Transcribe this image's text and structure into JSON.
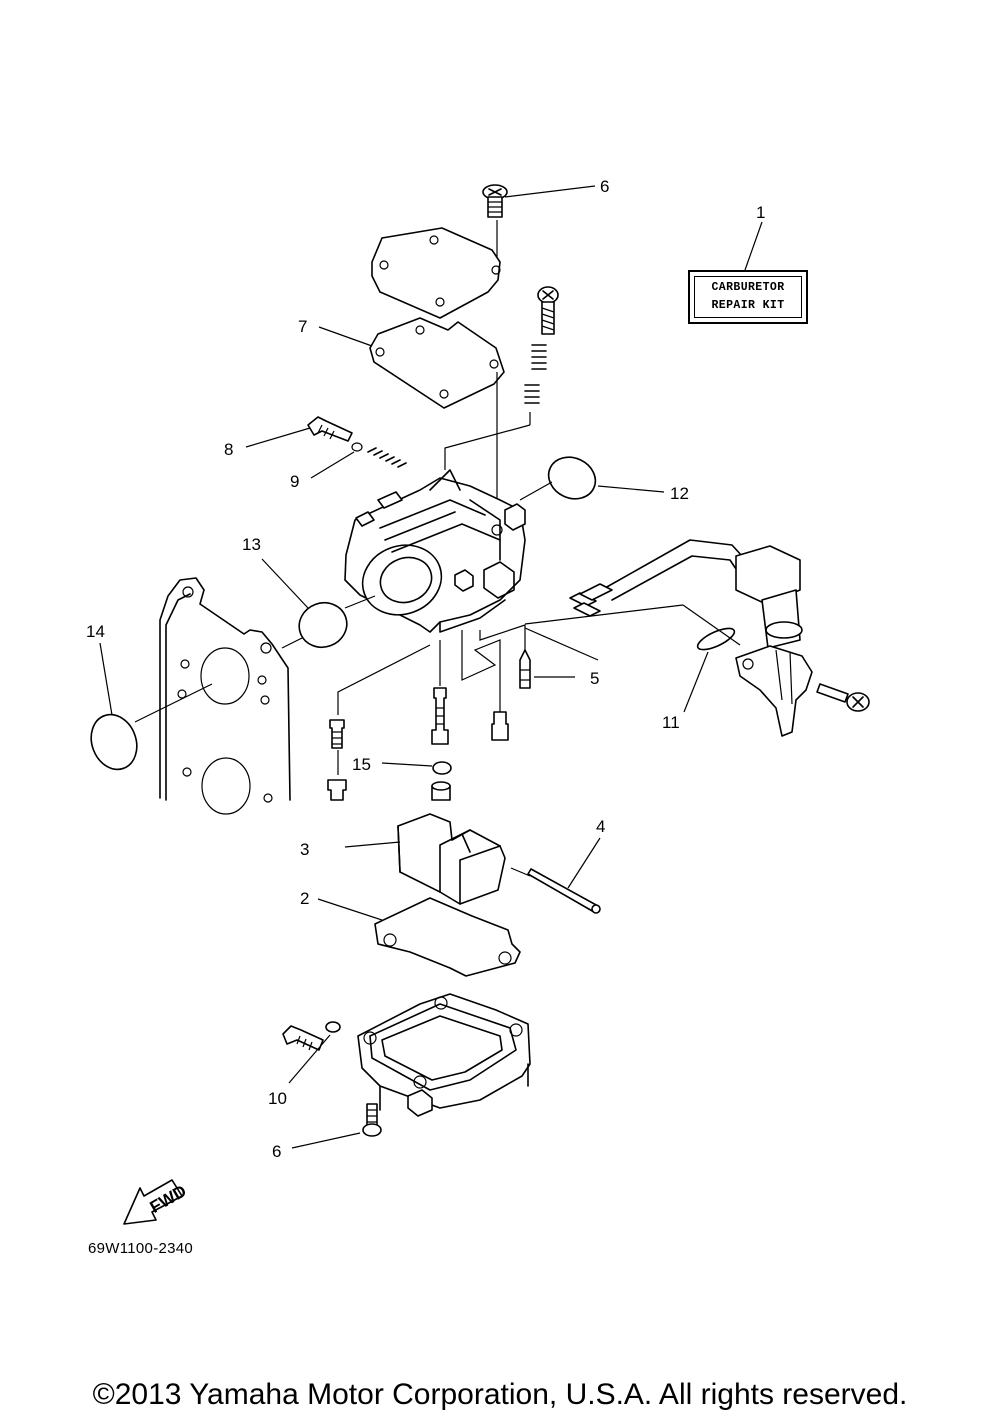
{
  "kit_label": {
    "line1": "CARBURETOR",
    "line2": "REPAIR KIT"
  },
  "callouts": [
    {
      "number": "1",
      "part": "carburetor-repair-kit-label"
    },
    {
      "number": "2",
      "part": "float-chamber-gasket"
    },
    {
      "number": "3",
      "part": "float"
    },
    {
      "number": "4",
      "part": "float-pin"
    },
    {
      "number": "5",
      "part": "needle-valve"
    },
    {
      "number": "6",
      "part": "screw"
    },
    {
      "number": "7",
      "part": "gasket"
    },
    {
      "number": "8",
      "part": "pilot-screw"
    },
    {
      "number": "9",
      "part": "o-ring"
    },
    {
      "number": "10",
      "part": "o-ring"
    },
    {
      "number": "11",
      "part": "o-ring"
    },
    {
      "number": "12",
      "part": "o-ring"
    },
    {
      "number": "13",
      "part": "o-ring"
    },
    {
      "number": "14",
      "part": "o-ring"
    },
    {
      "number": "15",
      "part": "o-ring"
    },
    {
      "number": "6",
      "part": "screw-lower"
    }
  ],
  "fwd_arrow": {
    "text": "FWD"
  },
  "diagram_code": "69W1100-2340",
  "copyright": "©2013 Yamaha Motor Corporation, U.S.A. All rights reserved."
}
